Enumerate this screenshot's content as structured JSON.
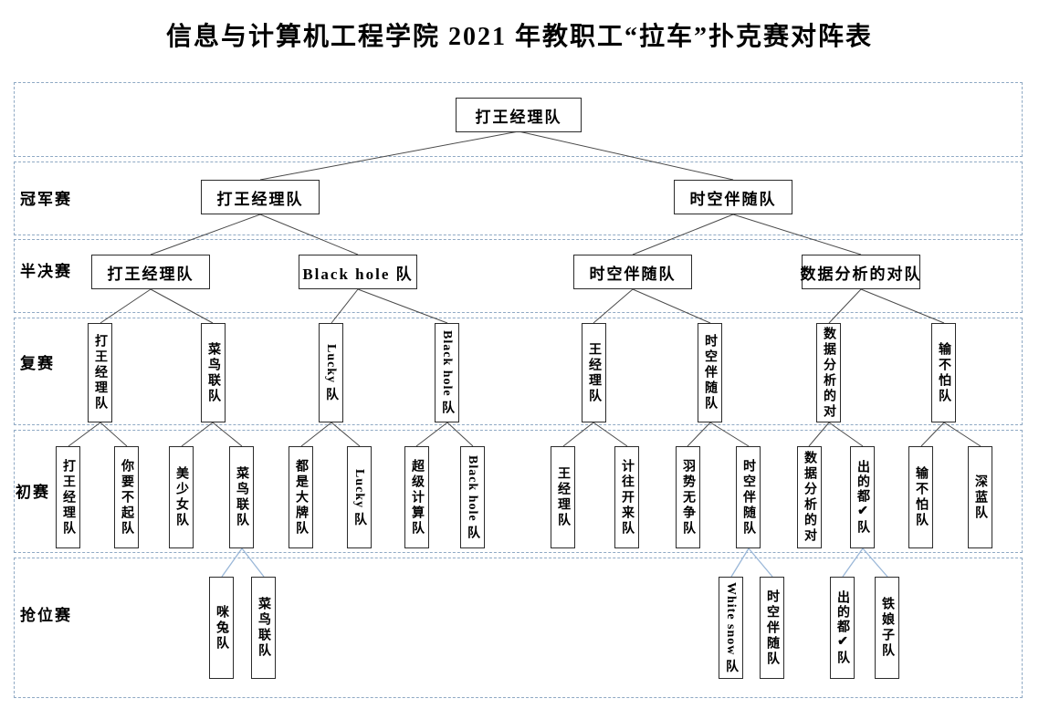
{
  "title": "信息与计算机工程学院 2021 年教职工“拉车”扑克赛对阵表",
  "rounds": {
    "champion_final": "冠军赛",
    "semifinal": "半决赛",
    "second_round": "复赛",
    "preliminary": "初赛",
    "playoff": "抢位赛"
  },
  "bracket": {
    "winner": "打王经理队",
    "champion_final": [
      "打王经理队",
      "时空伴随队"
    ],
    "semifinal": [
      "打王经理队",
      "Black hole 队",
      "时空伴随队",
      "数据分析的对队"
    ],
    "second_round": [
      "打王经理队",
      "菜鸟联队",
      "Lucky 队",
      "Black hole 队",
      "王经理队",
      "时空伴随队",
      "数据分析的对",
      "输不怕队"
    ],
    "preliminary": [
      "打王经理队",
      "你要不起队",
      "美少女队",
      "菜鸟联队",
      "都是大牌队",
      "Lucky 队",
      "超级计算队",
      "Black hole 队",
      "王经理队",
      "计往开来队",
      "羽势无争队",
      "时空伴随队",
      "数据分析的对",
      "出的都✔队",
      "输不怕队",
      "深蓝队"
    ],
    "playoff": [
      "咪兔队",
      "菜鸟联队",
      "White snow 队",
      "时空伴随队",
      "出的都✔队",
      "铁娘子队"
    ]
  },
  "colors": {
    "bracket_line": "#4a4a4a",
    "playoff_line": "#9ab7d8",
    "row_border": "#8fa9c4",
    "box_border": "#2b2b2b"
  }
}
